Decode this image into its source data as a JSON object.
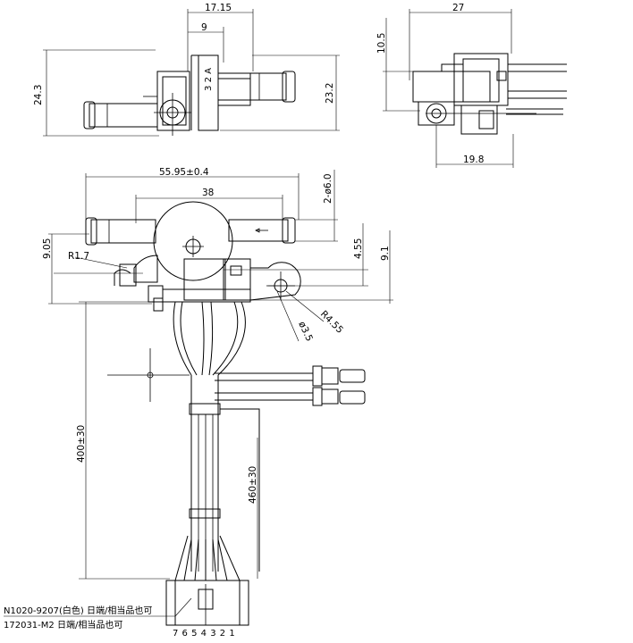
{
  "drawing": {
    "dims": {
      "top_width": "17.15",
      "top_inner": "9",
      "top_height_left": "24.3",
      "top_height_right": "23.2",
      "side_width": "27",
      "side_height": "10.5",
      "side_bottom": "19.8",
      "main_overall": "55.95±0.4",
      "main_inner": "38",
      "pipe_dia": "2-ø6.0",
      "offset_left": "9.05",
      "offset_mid": "4.55",
      "offset_right": "9.1",
      "radius_small": "R1.7",
      "radius_large": "R4.55",
      "hole_dia": "ø3.5",
      "lead_long": "400±30",
      "lead_short": "460±30"
    },
    "part_label": "3 2 A",
    "notes": {
      "housing": "N1020-9207(白色) 日端/相当品也可",
      "terminal": "172031-M2 日端/相当品也可"
    },
    "pin_numbers": "7654321"
  }
}
